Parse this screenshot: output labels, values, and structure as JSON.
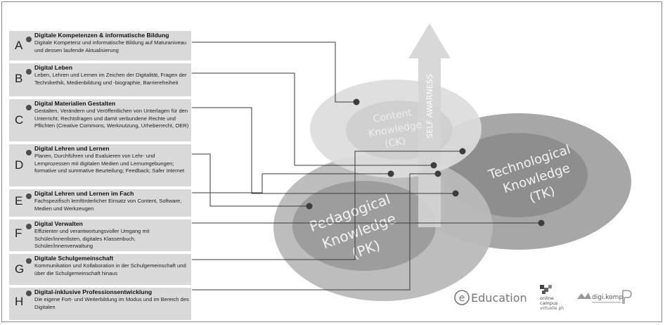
{
  "categories": [
    {
      "letter": "A",
      "title": "Digitale Kompetenzen & informatische Bildung",
      "description": "Digitale Kompetenz und informatische Bildung auf Maturaniveau und dessen laufende Aktualisierung"
    },
    {
      "letter": "B",
      "title": "Digital Leben",
      "description": "Leben, Lehren und Lernen im Zeichen der Digitalität, Fragen der Technikethik, Medienbildung und -biographie, Barrierefreiheit"
    },
    {
      "letter": "C",
      "title": "Digital Materialien Gestalten",
      "description": "Gestalten, Verändern und Veröffentlichen von Unterlagen für den Unterricht; Rechtsfragen und damit verbundene Rechte und Pflichten (Creative Commons, Werknutzung, Urheberrecht, OER)"
    },
    {
      "letter": "D",
      "title": "Digital Lehren und Lernen",
      "description": "Planen, Durchführen und Evaluieren von Lehr- und Lernprozessen mit digitalen Medien und Lernumgebungen; formative und summative Beurteilung; Feedback; Safer Internet"
    },
    {
      "letter": "E",
      "title": "Digital Lehren und Lernen im Fach",
      "description": "Fachspezifisch lernförderlicher Einsatz von Content, Software, Medien und Werkzeugen"
    },
    {
      "letter": "F",
      "title": "Digital Verwalten",
      "description": "Effizienter und verantwortungsvoller Umgang mit Schüler/innenlisten, digitales Klassenbuch, Schüler/innenverwaltung"
    },
    {
      "letter": "G",
      "title": "Digitale Schulgemeinschaft",
      "description": "Kommunikation und Kollaboration in der Schulgemeinschaft und über die Schulgemeinschaft hinaus"
    },
    {
      "letter": "H",
      "title": "Digital-inklusive Professionsentwicklung",
      "description": "Die eigene Fort- und Weiterbildung im Modus und im Bereich des Digitalen"
    }
  ],
  "circles": {
    "content": [
      "Content",
      "Knowledge",
      "(CK)"
    ],
    "technological": [
      "Technological",
      "Knowledge",
      "(TK)"
    ],
    "pedagogical": [
      "Pedagogical",
      "Knowledge",
      "(PK)"
    ]
  },
  "arrow_label": "SELF AWARNESS",
  "logos": {
    "education": "Education",
    "onlinecampus": [
      "online",
      "campus",
      "virtuelle ph"
    ],
    "digikomp": "digi.komp"
  }
}
